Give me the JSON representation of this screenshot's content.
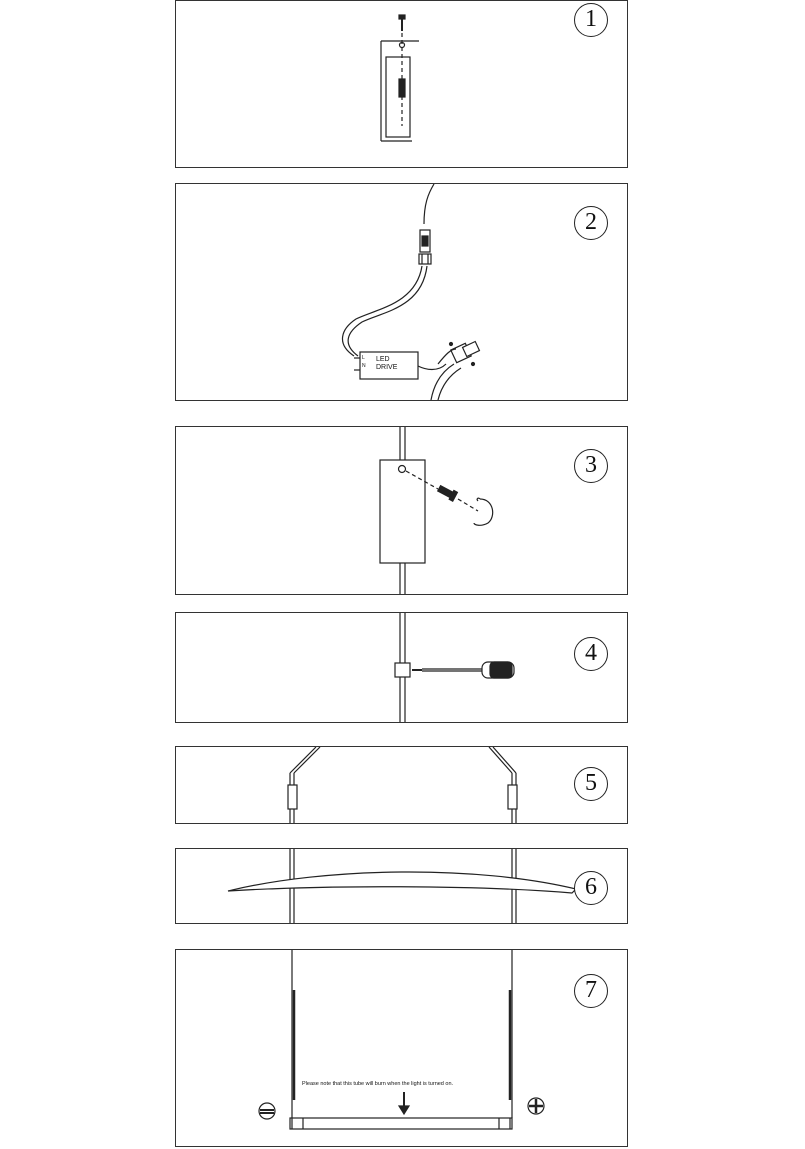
{
  "steps": [
    {
      "number": "1"
    },
    {
      "number": "2",
      "driver_label_line1": "LED",
      "driver_label_line2": "DRIVE",
      "terminal_l": "L",
      "terminal_n": "N"
    },
    {
      "number": "3"
    },
    {
      "number": "4"
    },
    {
      "number": "5"
    },
    {
      "number": "6"
    },
    {
      "number": "7",
      "note": "Please note that this tube will burn when the light is turned on."
    }
  ],
  "colors": {
    "line": "#222222",
    "background": "#ffffff"
  },
  "icons": [
    "screw-icon",
    "led-driver-icon",
    "connector-icon",
    "circlip-icon",
    "screwdriver-icon",
    "minus-icon",
    "plus-icon",
    "arrow-down-icon"
  ]
}
